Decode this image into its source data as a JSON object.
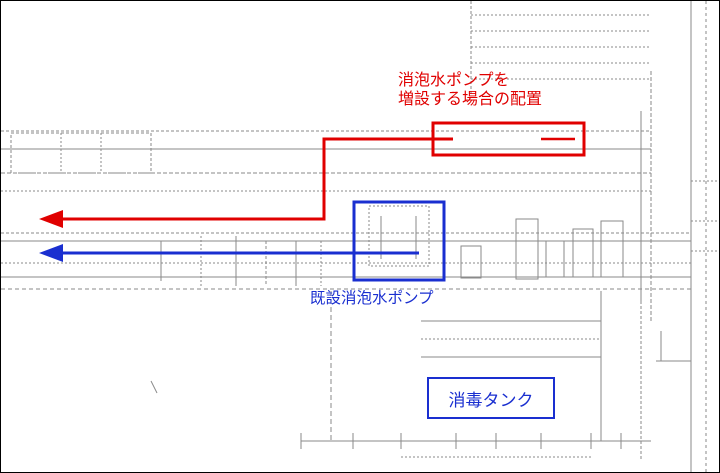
{
  "labels": {
    "add_pump_line1": "消泡水ポンプを",
    "add_pump_line2": "増設する場合の配置",
    "existing_pump": "既設消泡水ポンプ",
    "tank": "消毒タンク"
  },
  "colors": {
    "added_route": "#e00000",
    "existing_route": "#1a2fd0",
    "drawing_ink": "#8a8a8a"
  }
}
